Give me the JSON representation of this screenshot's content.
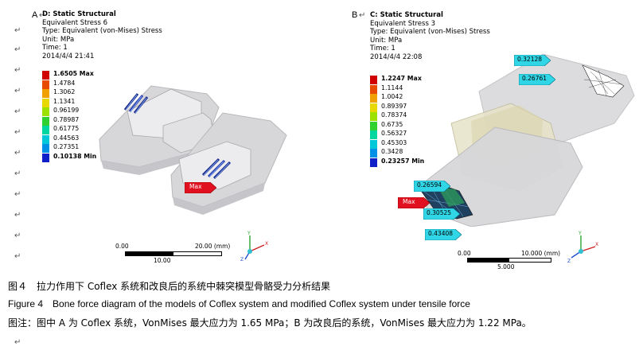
{
  "para_mark": "↵",
  "panel_a": {
    "letter": "A",
    "header": {
      "title": "D: Static Structural",
      "line2": "Equivalent Stress 6",
      "line3": "Type: Equivalent (von-Mises) Stress",
      "line4": "Unit: MPa",
      "line5": "Time: 1",
      "line6": "2014/4/4 21:41"
    },
    "legend": [
      "1.6505 Max",
      "1.4784",
      "1.3062",
      "1.1341",
      "0.96199",
      "0.78987",
      "0.61775",
      "0.44563",
      "0.27351",
      "0.10138 Min"
    ],
    "legend_colors": [
      "#d10000",
      "#e84a00",
      "#f0a000",
      "#e6d800",
      "#9ee000",
      "#30d030",
      "#00d7a0",
      "#00c8d8",
      "#0090e6",
      "#1020c8"
    ],
    "max_tag": "Max",
    "scale": {
      "left": "0.00",
      "right": "20.00 (mm)",
      "mid": "10.00"
    }
  },
  "panel_b": {
    "letter": "B",
    "header": {
      "title": "C: Static Structural",
      "line2": "Equivalent Stress 3",
      "line3": "Type: Equivalent (von-Mises) Stress",
      "line4": "Unit: MPa",
      "line5": "Time: 1",
      "line6": "2014/4/4 22:08"
    },
    "legend": [
      "1.2247 Max",
      "1.1144",
      "1.0042",
      "0.89397",
      "0.78374",
      "0.6735",
      "0.56327",
      "0.45303",
      "0.3428",
      "0.23257 Min"
    ],
    "legend_colors": [
      "#d10000",
      "#e84a00",
      "#f0a000",
      "#e6d800",
      "#9ee000",
      "#30d030",
      "#00d7a0",
      "#00c8d8",
      "#0090e6",
      "#1020c8"
    ],
    "tags": [
      "0.32128",
      "0.26761",
      "0.26594",
      "0.30525",
      "0.43408"
    ],
    "max_tag": "Max",
    "scale": {
      "left": "0.00",
      "right": "10.000 (mm)",
      "mid": "5.000"
    }
  },
  "captions": {
    "zh": "图４　拉力作用下 Coflex 系统和改良后的系统中棘突模型骨骼受力分析结果",
    "en": "Figure 4　Bone force diagram of the models of Coflex system and modified Coflex system under tensile force",
    "note": "图注：图中 A 为 Coflex 系统，VonMises 最大应力为 1.65 MPa；B 为改良后的系统，VonMises 最大应力为 1.22 MPa。"
  }
}
